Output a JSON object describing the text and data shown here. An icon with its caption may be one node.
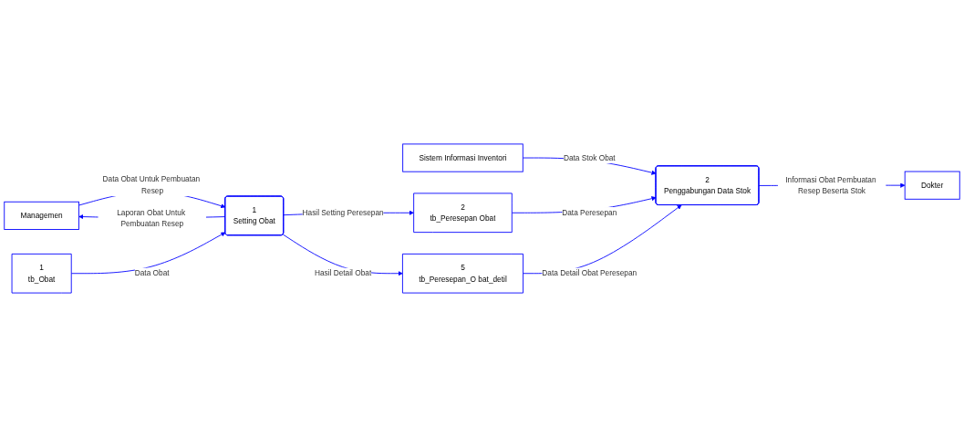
{
  "diagram": {
    "nodes": [
      {
        "text": [
          "Managemen"
        ]
      },
      {
        "text": [
          "1",
          "Setting Obat"
        ]
      },
      {
        "text": [
          "Sistem Informasi Inventori"
        ]
      },
      {
        "text": [
          "Dokter"
        ]
      },
      {
        "text": [
          "2",
          "Penggabungan Data Stok"
        ]
      },
      {
        "text": [
          "1",
          "tb_Obat"
        ]
      },
      {
        "text": [
          "2",
          "tb_Peresepan Obat"
        ]
      },
      {
        "text": [
          "5",
          "tb_Peresepan_O bat_detil"
        ]
      }
    ],
    "edges": [
      {
        "from": 1,
        "to": 0,
        "arrow": "to",
        "label": "Laporan Obat Untuk Pembuatan Resep"
      },
      {
        "from": 0,
        "to": 1,
        "arrow": "to",
        "label": "Data Obat Untuk Pembuatan Resep"
      },
      {
        "from": 5,
        "to": 1,
        "arrow": "to",
        "label": "Data Obat"
      },
      {
        "from": 2,
        "to": 4,
        "arrow": "to",
        "label": "Data Stok Obat"
      },
      {
        "from": 1,
        "to": 6,
        "arrow": "to",
        "label": "Hasil Setting Peresepan"
      },
      {
        "from": 6,
        "to": 4,
        "arrow": "to",
        "label": "Data Peresepan"
      },
      {
        "from": 1,
        "to": 7,
        "arrow": "to",
        "label": "Hasil Detail Obat"
      },
      {
        "from": 7,
        "to": 4,
        "arrow": "to",
        "label": "Data Detail Obat Peresepan"
      },
      {
        "from": 4,
        "to": 3,
        "arrow": "to",
        "label": "Informasi Obat Pembuatan Resep Beserta Stok"
      }
    ]
  }
}
